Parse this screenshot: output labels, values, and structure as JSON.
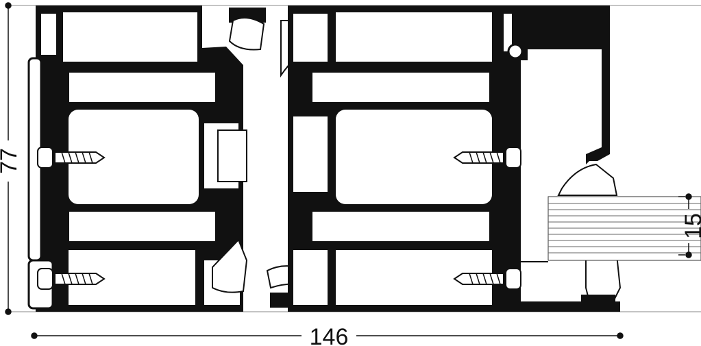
{
  "drawing": {
    "dimensions": {
      "height": "77",
      "width": "146",
      "glass_thickness": "15"
    },
    "colors": {
      "profile": "#111111",
      "background": "#ffffff",
      "gasket": "#ffffff"
    }
  }
}
